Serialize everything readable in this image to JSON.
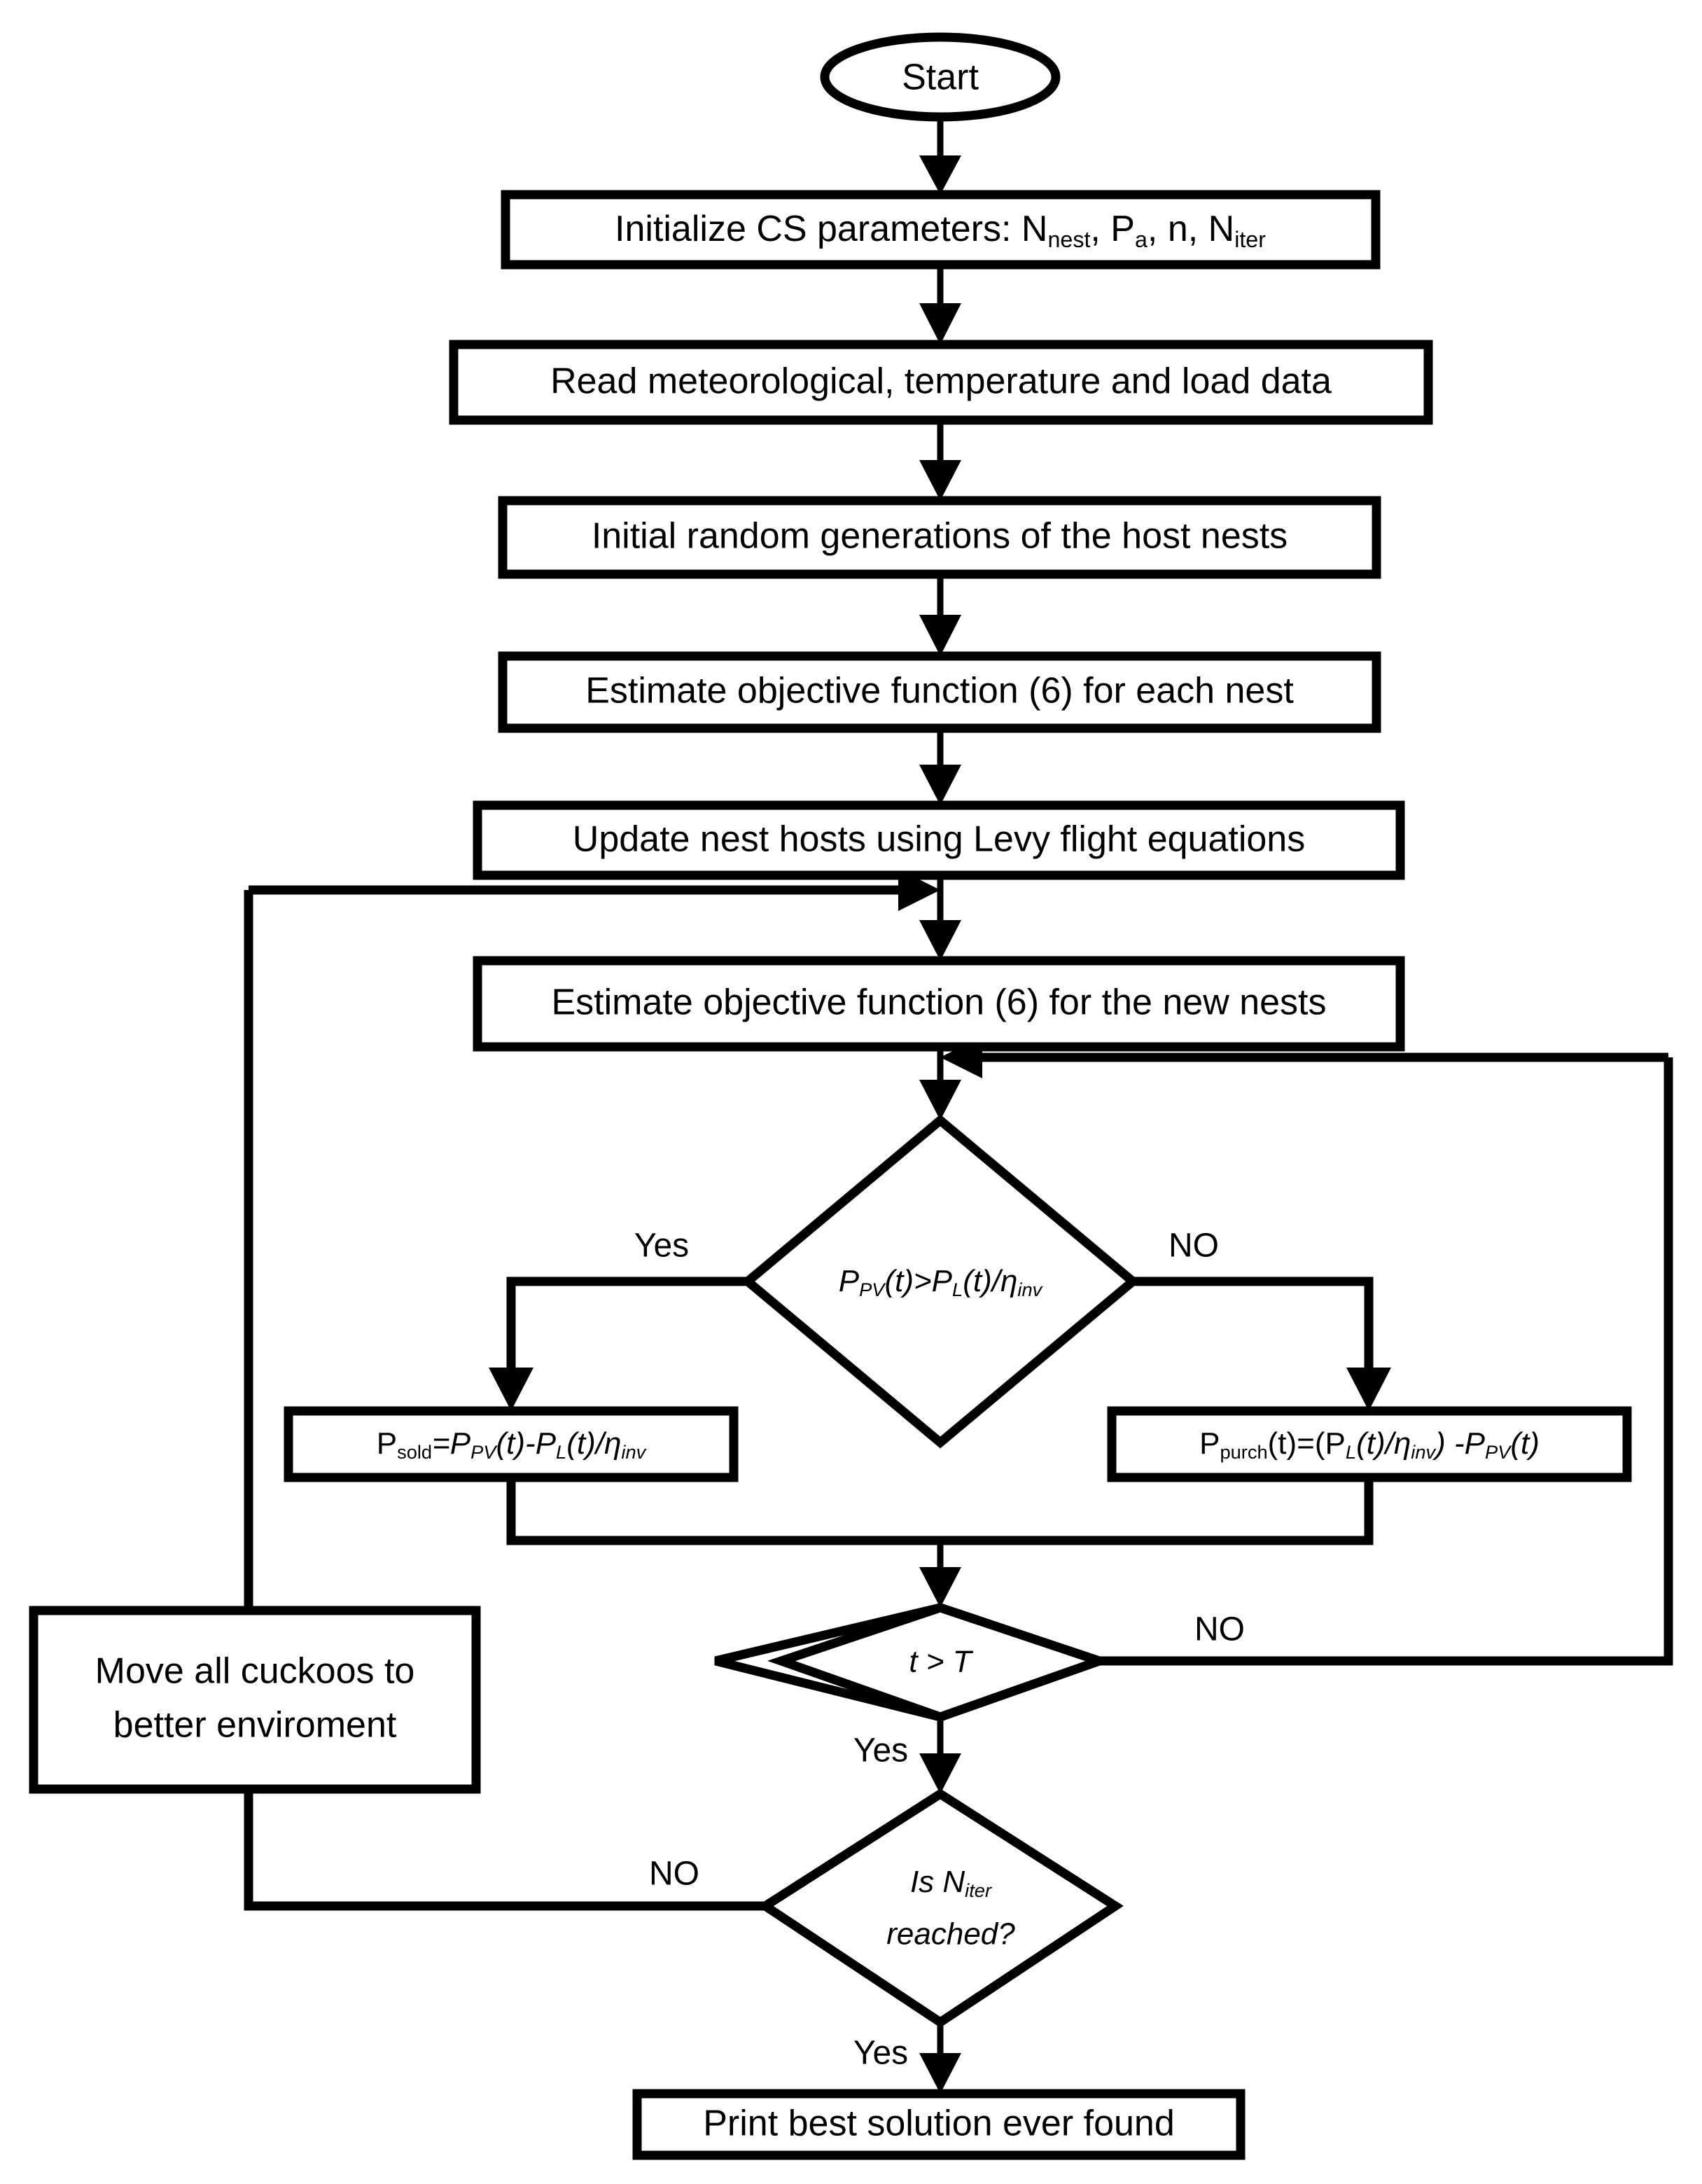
{
  "diagram": {
    "title": "Cuckoo Search algorithm flowchart",
    "type": "flowchart",
    "background_color": "#ffffff",
    "line_color": "#000000",
    "text_color": "#000000"
  },
  "nodes": {
    "start": {
      "label": "Start",
      "shape": "terminator"
    },
    "init_params": {
      "label": "Initialize CS parameters: N",
      "sub1": "nest",
      "mid1": ", P",
      "sub2": "a",
      "mid2": ", n, N",
      "sub3": "iter",
      "shape": "process"
    },
    "read_data": {
      "label": "Read meteorological, temperature and load data",
      "shape": "process"
    },
    "init_random": {
      "label": "Initial random generations of the host nests",
      "shape": "process"
    },
    "estimate_each": {
      "label": "Estimate objective function (6) for each nest",
      "shape": "process"
    },
    "update_levy": {
      "label": "Update nest hosts using Levy flight equations",
      "shape": "process"
    },
    "estimate_new": {
      "label": "Estimate objective function (6) for the new nests",
      "shape": "process"
    },
    "decision_pv": {
      "shape": "decision",
      "expr_p1": "P",
      "expr_s1": "PV",
      "expr_m1": "(t)>P",
      "expr_s2": "L",
      "expr_m2": "(t)/",
      "expr_eta": "η",
      "expr_s3": "inv"
    },
    "p_sold": {
      "shape": "process",
      "expr_p1": "P",
      "expr_s1": "sold",
      "expr_m1": "=P",
      "expr_s2": "PV",
      "expr_m2": "(t)-P",
      "expr_s3": "L",
      "expr_m3": "(t)/",
      "expr_eta": "η",
      "expr_s4": "inv"
    },
    "p_purch": {
      "shape": "process",
      "expr_p1": "P",
      "expr_s1": "purch",
      "expr_m1": "(t)=(P",
      "expr_s2": "L",
      "expr_m2": "(t)/",
      "expr_eta": "η",
      "expr_s3": "inv",
      "expr_m3": ") -P",
      "expr_s4": "PV",
      "expr_m4": "(t)"
    },
    "decision_t": {
      "label": "t > T",
      "shape": "decision"
    },
    "decision_niter": {
      "line1": "Is N",
      "line1_sub": "iter",
      "line2": "reached?",
      "shape": "decision"
    },
    "move_cuckoos": {
      "line1": "Move all cuckoos to",
      "line2": "better enviroment",
      "shape": "process"
    },
    "print_best": {
      "label": "Print best solution ever found",
      "shape": "process"
    }
  },
  "edge_labels": {
    "pv_yes": "Yes",
    "pv_no": "NO",
    "t_no": "NO",
    "t_yes": "Yes",
    "niter_no": "NO",
    "niter_yes": "Yes"
  }
}
